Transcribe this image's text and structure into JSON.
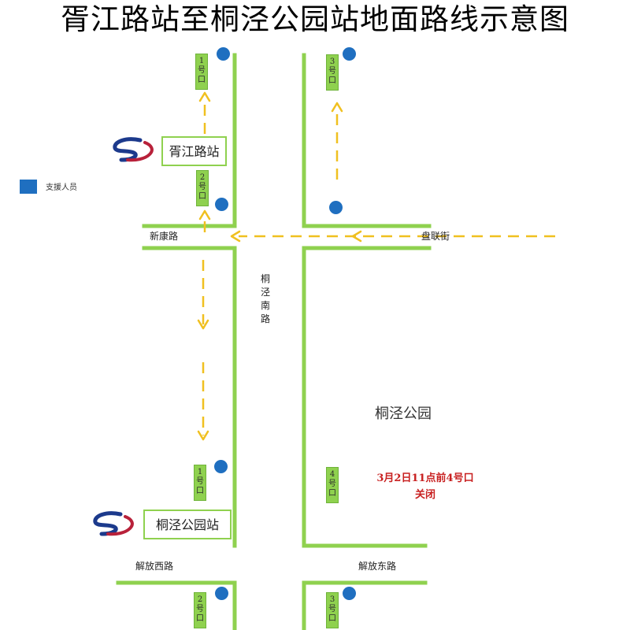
{
  "title": "胥江路站至桐泾公园站地面路线示意图",
  "legend": {
    "label": "支援人员",
    "color": "#1f6fc0"
  },
  "colors": {
    "road": "#8fd14f",
    "route_arrow": "#f0c020",
    "notice": "#c82020"
  },
  "streets": {
    "xinkang": "新康路",
    "panlian": "盘联街",
    "tongjing_south": "桐泾南路",
    "jiefang_west": "解放西路",
    "jiefang_east": "解放东路"
  },
  "park": "桐泾公园",
  "stations": {
    "xujiang": {
      "name": "胥江路站",
      "gate1": "1号口",
      "gate2": "2号口",
      "gate3": "3号口"
    },
    "tongjing": {
      "name": "桐泾公园站",
      "gate1": "1号口",
      "gate2": "2号口",
      "gate3": "3号口",
      "gate4": "4号口"
    }
  },
  "notice": {
    "line1": "3月2日11点前4号口",
    "line2": "关闭"
  },
  "icons": {
    "metro_logo": "metro-logo-icon",
    "staff_marker": "staff-dot-icon"
  }
}
